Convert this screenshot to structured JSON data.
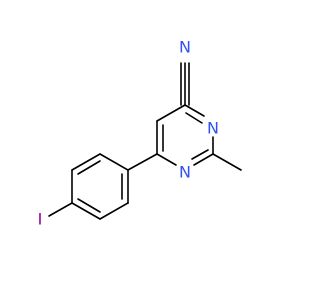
{
  "molecule": {
    "atoms": [
      {
        "id": "N_nitrile",
        "symbol": "N",
        "color": "#3050F8"
      },
      {
        "id": "N3",
        "symbol": "N",
        "color": "#3050F8"
      },
      {
        "id": "N1",
        "symbol": "N",
        "color": "#3050F8"
      },
      {
        "id": "I",
        "symbol": "I",
        "color": "#940094"
      }
    ],
    "bond_color": "#000000",
    "background": "#ffffff"
  }
}
